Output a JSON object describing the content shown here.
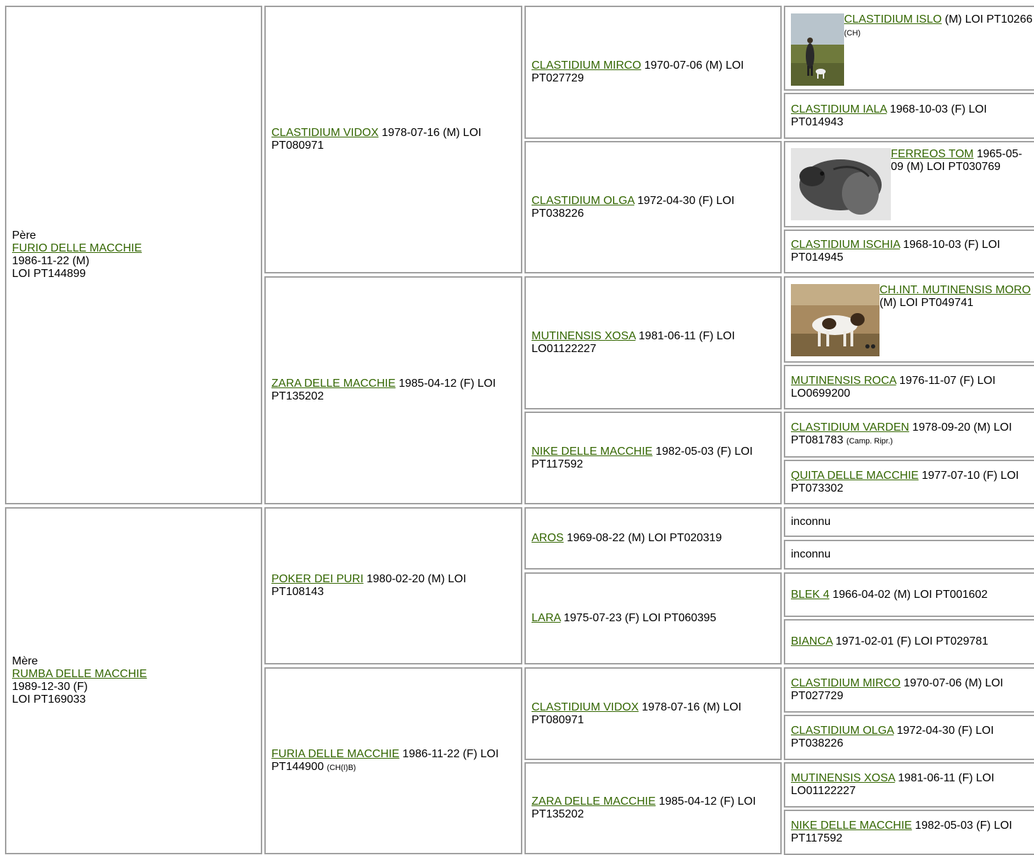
{
  "colors": {
    "link": "#336600",
    "border": "#a0a0a0"
  },
  "sire": {
    "role": "Père",
    "name": "FURIO DELLE MACCHIE",
    "dob": "1986-11-22 (M)",
    "reg": "LOI PT144899"
  },
  "dam": {
    "role": "Mère",
    "name": "RUMBA DELLE MACCHIE",
    "dob": "1989-12-30 (F)",
    "reg": "LOI PT169033"
  },
  "gen2": [
    {
      "name": "CLASTIDIUM VIDOX",
      "info": " 1978-07-16 (M) LOI PT080971",
      "note": ""
    },
    {
      "name": "ZARA DELLE MACCHIE",
      "info": " 1985-04-12 (F) LOI PT135202",
      "note": ""
    },
    {
      "name": "POKER DEI PURI",
      "info": " 1980-02-20 (M) LOI PT108143",
      "note": ""
    },
    {
      "name": "FURIA DELLE MACCHIE",
      "info": " 1986-11-22 (F) LOI PT144900 ",
      "note": "(CH(I)B)"
    }
  ],
  "gen3": [
    {
      "name": "CLASTIDIUM MIRCO",
      "info": " 1970-07-06 (M) LOI PT027729"
    },
    {
      "name": "CLASTIDIUM OLGA",
      "info": " 1972-04-30 (F) LOI PT038226"
    },
    {
      "name": "MUTINENSIS XOSA",
      "info": " 1981-06-11 (F) LOI LO01122227"
    },
    {
      "name": "NIKE DELLE MACCHIE",
      "info": " 1982-05-03 (F) LOI PT117592"
    },
    {
      "name": "AROS",
      "info": " 1969-08-22 (M) LOI PT020319"
    },
    {
      "name": "LARA",
      "info": " 1975-07-23 (F) LOI PT060395"
    },
    {
      "name": "CLASTIDIUM VIDOX",
      "info": " 1978-07-16 (M) LOI PT080971"
    },
    {
      "name": "ZARA DELLE MACCHIE",
      "info": " 1985-04-12 (F) LOI PT135202"
    }
  ],
  "gen4": [
    {
      "name": "CLASTIDIUM ISLO",
      "info": " (M) LOI PT10266 ",
      "note": "(CH)",
      "photo": "hunter-with-dog-photo"
    },
    {
      "name": "CLASTIDIUM IALA",
      "info": " 1968-10-03 (F) LOI PT014943",
      "note": ""
    },
    {
      "name": "FERREOS TOM",
      "info": " 1965-05-09 (M) LOI PT030769",
      "note": "",
      "photo": "dog-head-bw-photo"
    },
    {
      "name": "CLASTIDIUM ISCHIA",
      "info": " 1968-10-03 (F) LOI PT014945",
      "note": ""
    },
    {
      "name": "CH.INT. MUTINENSIS MORO",
      "info": " (M) LOI PT049741",
      "note": "",
      "photo": "pointer-in-field-photo"
    },
    {
      "name": "MUTINENSIS ROCA",
      "info": " 1976-11-07 (F) LOI LO0699200",
      "note": ""
    },
    {
      "name": "CLASTIDIUM VARDEN",
      "info": " 1978-09-20 (M) LOI PT081783 ",
      "note": "(Camp. Ripr.)"
    },
    {
      "name": "QUITA DELLE MACCHIE",
      "info": " 1977-07-10 (F) LOI PT073302",
      "note": ""
    },
    {
      "name": "",
      "info": "inconnu",
      "note": ""
    },
    {
      "name": "",
      "info": "inconnu",
      "note": ""
    },
    {
      "name": "BLEK 4",
      "info": " 1966-04-02 (M) LOI PT001602",
      "note": ""
    },
    {
      "name": "BIANCA",
      "info": " 1971-02-01 (F) LOI PT029781",
      "note": ""
    },
    {
      "name": "CLASTIDIUM MIRCO",
      "info": " 1970-07-06 (M) LOI PT027729",
      "note": ""
    },
    {
      "name": "CLASTIDIUM OLGA",
      "info": " 1972-04-30 (F) LOI PT038226",
      "note": ""
    },
    {
      "name": "MUTINENSIS XOSA",
      "info": " 1981-06-11 (F) LOI LO01122227",
      "note": ""
    },
    {
      "name": "NIKE DELLE MACCHIE",
      "info": " 1982-05-03 (F) LOI PT117592",
      "note": ""
    }
  ]
}
